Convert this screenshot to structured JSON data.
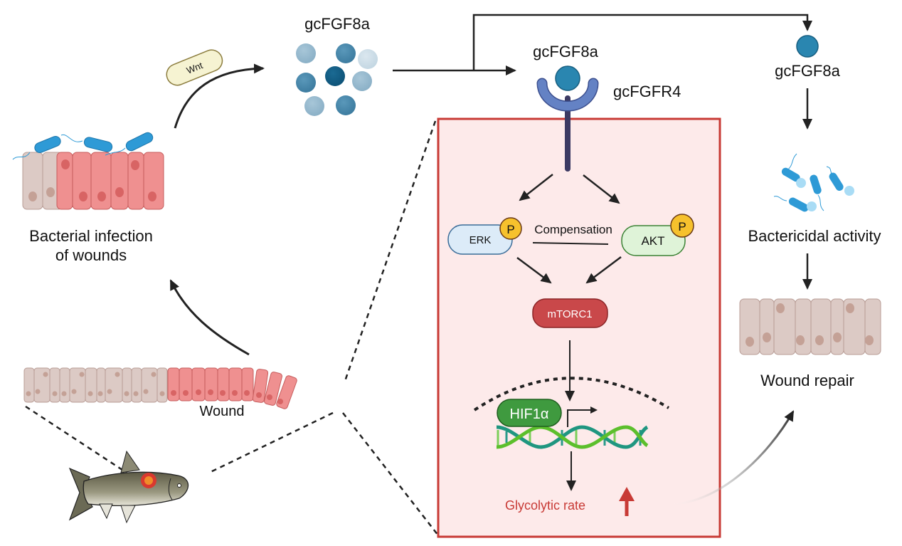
{
  "colors": {
    "panel_border": "#c83a35",
    "panel_fill": "#fdeaea",
    "healthy_cell": "#dccac5",
    "wound_cell": "#ef9090",
    "bacteria": "#2e9ad6",
    "ligand": "#2a86b0",
    "receptor": "#6482c4",
    "erk_fill": "#dcebf8",
    "akt_fill": "#dff3d8",
    "mtorc1_fill": "#c9484a",
    "hif_fill": "#3f9a3f",
    "phospho": "#f6c12d",
    "glycolytic": "#c83a35"
  },
  "left": {
    "infection_label_line1": "Bacterial infection",
    "infection_label_line2": "of wounds",
    "wnt_label": "Wnt",
    "wound_label": "Wound"
  },
  "top": {
    "ligand_cluster_label": "gcFGF8a",
    "ligand_bound_label": "gcFGF8a",
    "receptor_label": "gcFGFR4"
  },
  "panel": {
    "erk_label": "ERK",
    "akt_label": "AKT",
    "phospho_label": "P",
    "compensation_label": "Compensation",
    "mtorc1_label": "mTORC1",
    "hif_label": "HIF1α",
    "glycolytic_label": "Glycolytic rate"
  },
  "right": {
    "ligand_label": "gcFGF8a",
    "bactericidal_label": "Bactericidal activity",
    "repair_label": "Wound repair"
  }
}
